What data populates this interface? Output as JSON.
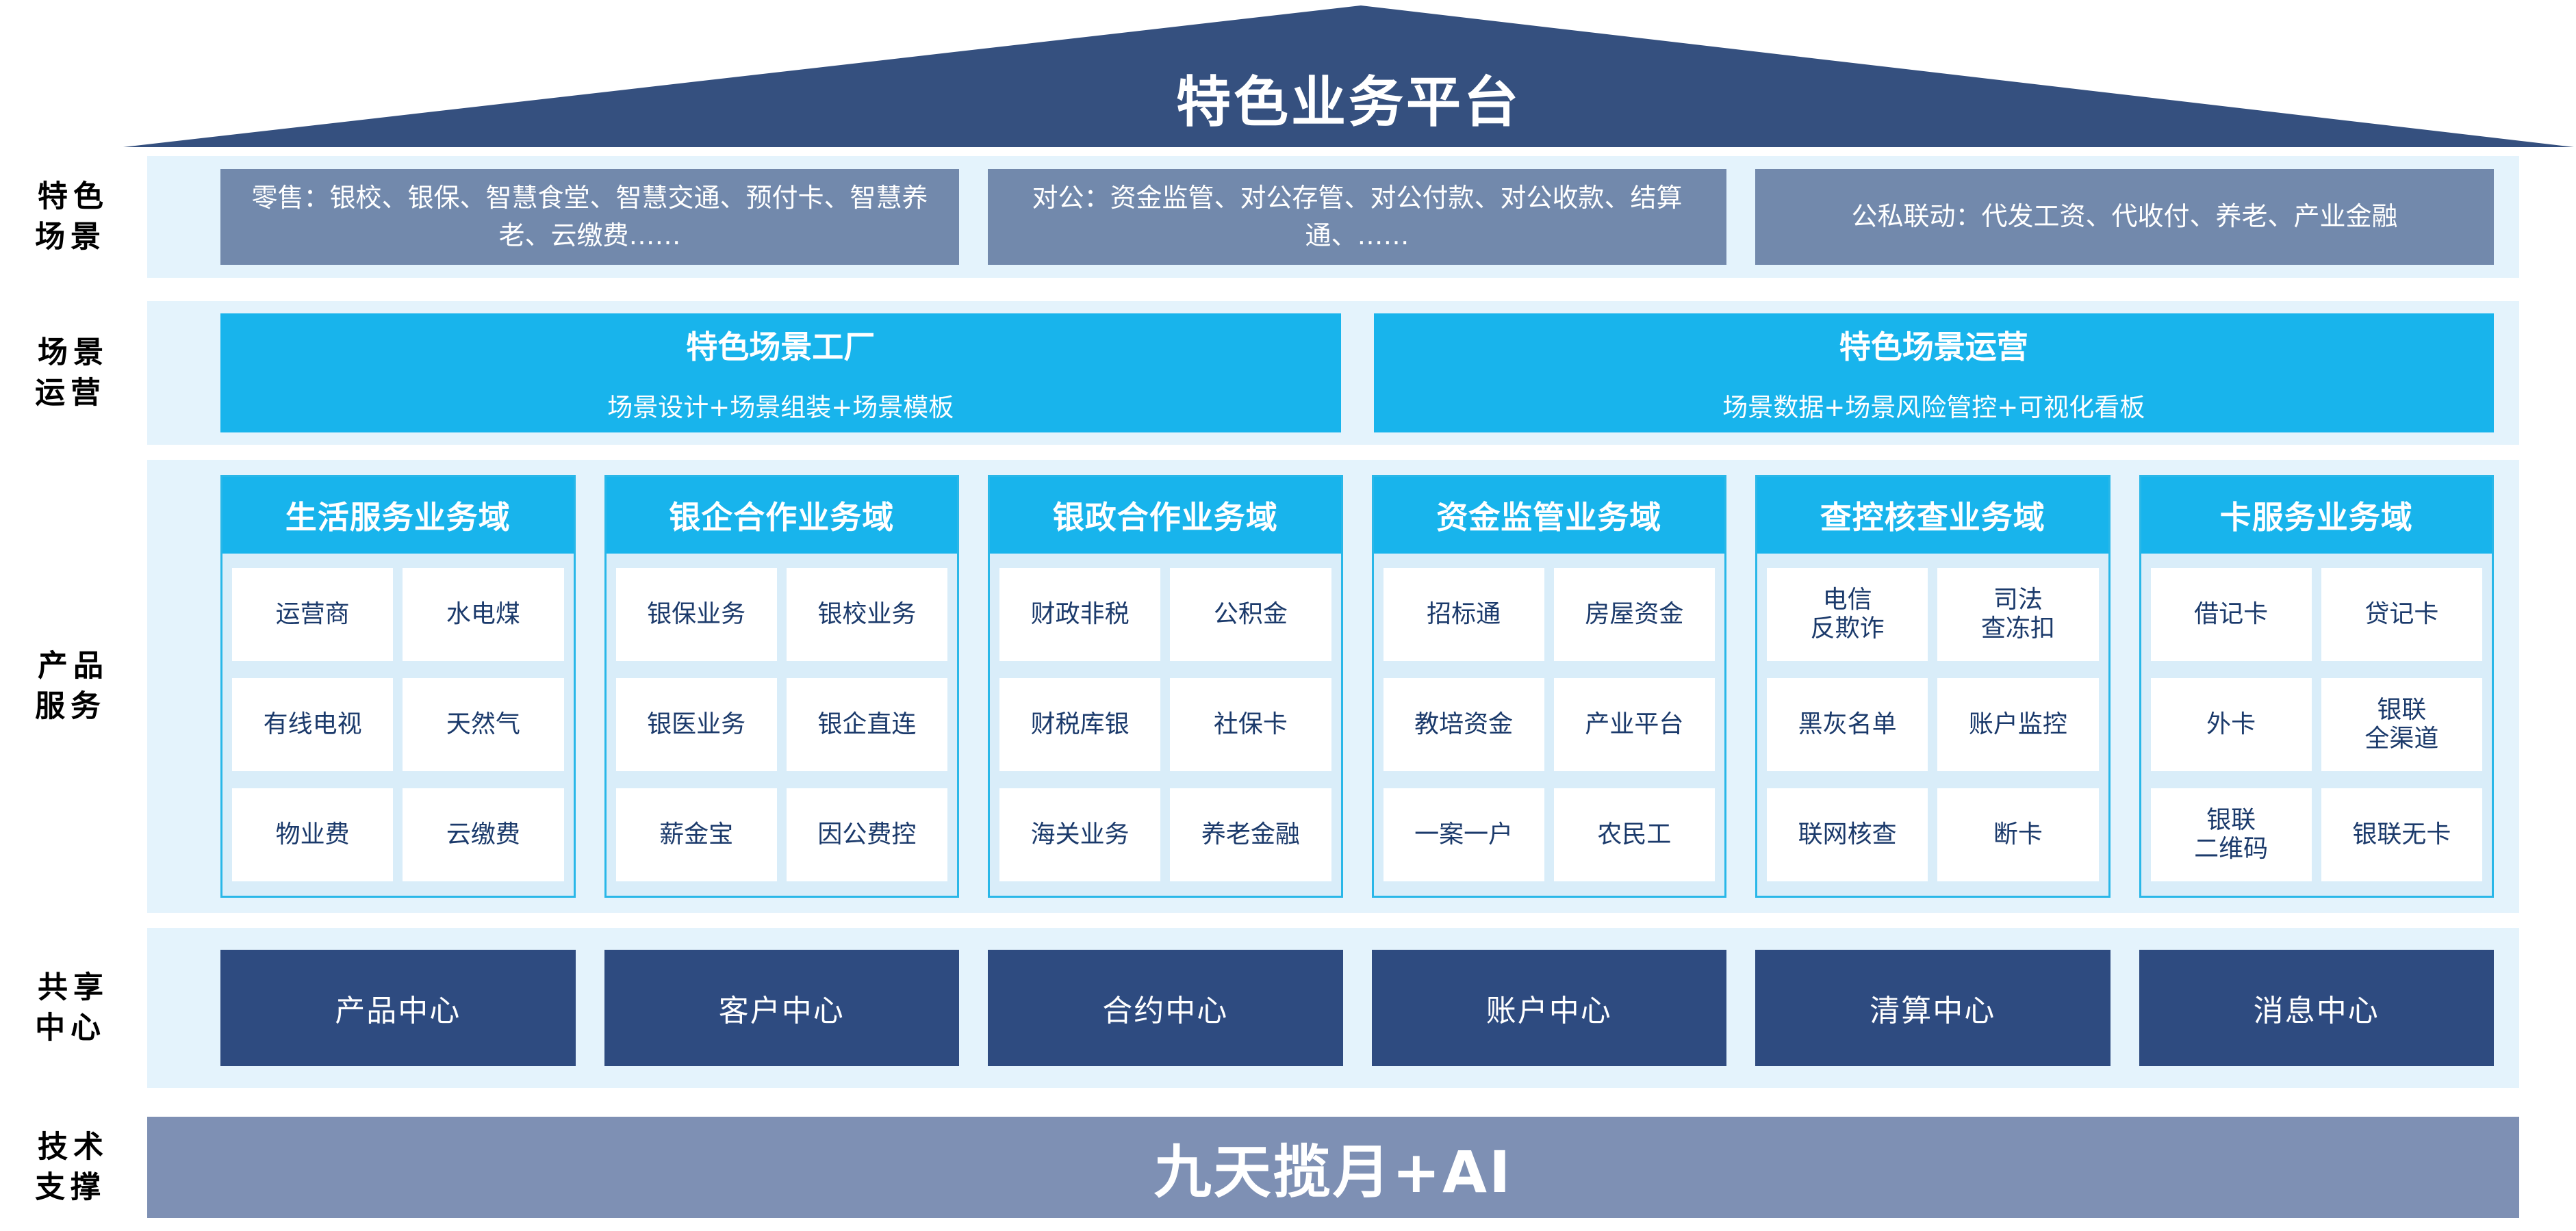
{
  "roof": {
    "title": "特色业务平台"
  },
  "scene_row": {
    "label": "特色\n场景",
    "boxes": [
      "零售：银校、银保、智慧食堂、智慧交通、预付卡、智慧养老、云缴费……",
      "对公：资金监管、对公存管、对公付款、对公收款、结算通、……",
      "公私联动：代发工资、代收付、养老、产业金融"
    ]
  },
  "operation_row": {
    "label": "场景\n运营",
    "boxes": [
      {
        "title": "特色场景工厂",
        "subtitle": "场景设计+场景组装+场景模板"
      },
      {
        "title": "特色场景运营",
        "subtitle": "场景数据+场景风险管控+可视化看板"
      }
    ]
  },
  "product_row": {
    "label": "产品\n服务",
    "columns": [
      {
        "header": "生活服务业务域",
        "cells": [
          "运营商",
          "水电煤",
          "有线电视",
          "天然气",
          "物业费",
          "云缴费"
        ]
      },
      {
        "header": "银企合作业务域",
        "cells": [
          "银保业务",
          "银校业务",
          "银医业务",
          "银企直连",
          "薪金宝",
          "因公费控"
        ]
      },
      {
        "header": "银政合作业务域",
        "cells": [
          "财政非税",
          "公积金",
          "财税库银",
          "社保卡",
          "海关业务",
          "养老金融"
        ]
      },
      {
        "header": "资金监管业务域",
        "cells": [
          "招标通",
          "房屋资金",
          "教培资金",
          "产业平台",
          "一案一户",
          "农民工"
        ]
      },
      {
        "header": "查控核查业务域",
        "cells": [
          "电信\n反欺诈",
          "司法\n查冻扣",
          "黑灰名单",
          "账户监控",
          "联网核查",
          "断卡"
        ]
      },
      {
        "header": "卡服务业务域",
        "cells": [
          "借记卡",
          "贷记卡",
          "外卡",
          "银联\n全渠道",
          "银联\n二维码",
          "银联无卡"
        ]
      }
    ]
  },
  "shared_row": {
    "label": "共享\n中心",
    "centers": [
      "产品中心",
      "客户中心",
      "合约中心",
      "账户中心",
      "清算中心",
      "消息中心"
    ]
  },
  "tech_row": {
    "label": "技术\n支撑",
    "bar": "九天揽月+AI"
  },
  "colors": {
    "roof_navy": "#35507f",
    "scene_box_blue_gray": "#7289ac",
    "cyan": "#18b4ec",
    "band_light_blue": "#e4f3fc",
    "column_body_blue": "#d9edf9",
    "column_border_cyan": "#29b7e8",
    "cell_text_navy": "#1b3a6b",
    "center_box_navy": "#2e4b80",
    "tech_bar_gray_blue": "#7e90b4"
  }
}
